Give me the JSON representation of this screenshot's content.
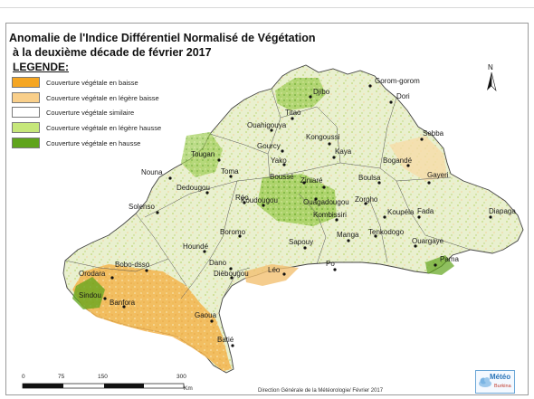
{
  "map": {
    "title_line1": "Anomalie de l'Indice Différentiel Normalisé de Végétation",
    "title_line2": "à la deuxième décade de février 2017",
    "legend_title": "LEGENDE:",
    "legend": [
      {
        "label": "Couverture végétale en baisse",
        "color": "#f5a623"
      },
      {
        "label": "Couverture végétale en légère baisse",
        "color": "#f9cf8a"
      },
      {
        "label": "Couverture végétale similaire",
        "color": "#ffffff"
      },
      {
        "label": "Couverture végétale en légère hausse",
        "color": "#c6e77a"
      },
      {
        "label": "Couverture végétale en hausse",
        "color": "#5fa41b"
      }
    ],
    "north": "N",
    "scale": {
      "ticks": [
        "0",
        "75",
        "150",
        "300"
      ],
      "unit": "Km"
    },
    "credit": "Direction Générale de la Météorologie/ Février 2017",
    "logo": {
      "name": "Météo",
      "sub": "Burkina"
    },
    "cities": [
      "Djibo",
      "Gorom-gorom",
      "Dori",
      "Titao",
      "Ouahigouya",
      "Kongoussi",
      "Sebba",
      "Gourcy",
      "Kaya",
      "Tougan",
      "Yako",
      "Bogandé",
      "Toma",
      "Nouna",
      "Dedougou",
      "Boussé",
      "Ziniaré",
      "Boulsa",
      "Gayeri",
      "Réo",
      "Koudougou",
      "Ouagadougou",
      "Zorgho",
      "Solenso",
      "Kombissiri",
      "Koupéla",
      "Fada",
      "Diapaga",
      "Boromo",
      "Tenkodogo",
      "Houndé",
      "Sapouy",
      "Manga",
      "Ouargaye",
      "Bobo-dsso",
      "Orodara",
      "Pama",
      "Diébougou",
      "Dano",
      "Léo",
      "Po",
      "Sindou",
      "Banfora",
      "Gaoua",
      "Batié"
    ]
  }
}
